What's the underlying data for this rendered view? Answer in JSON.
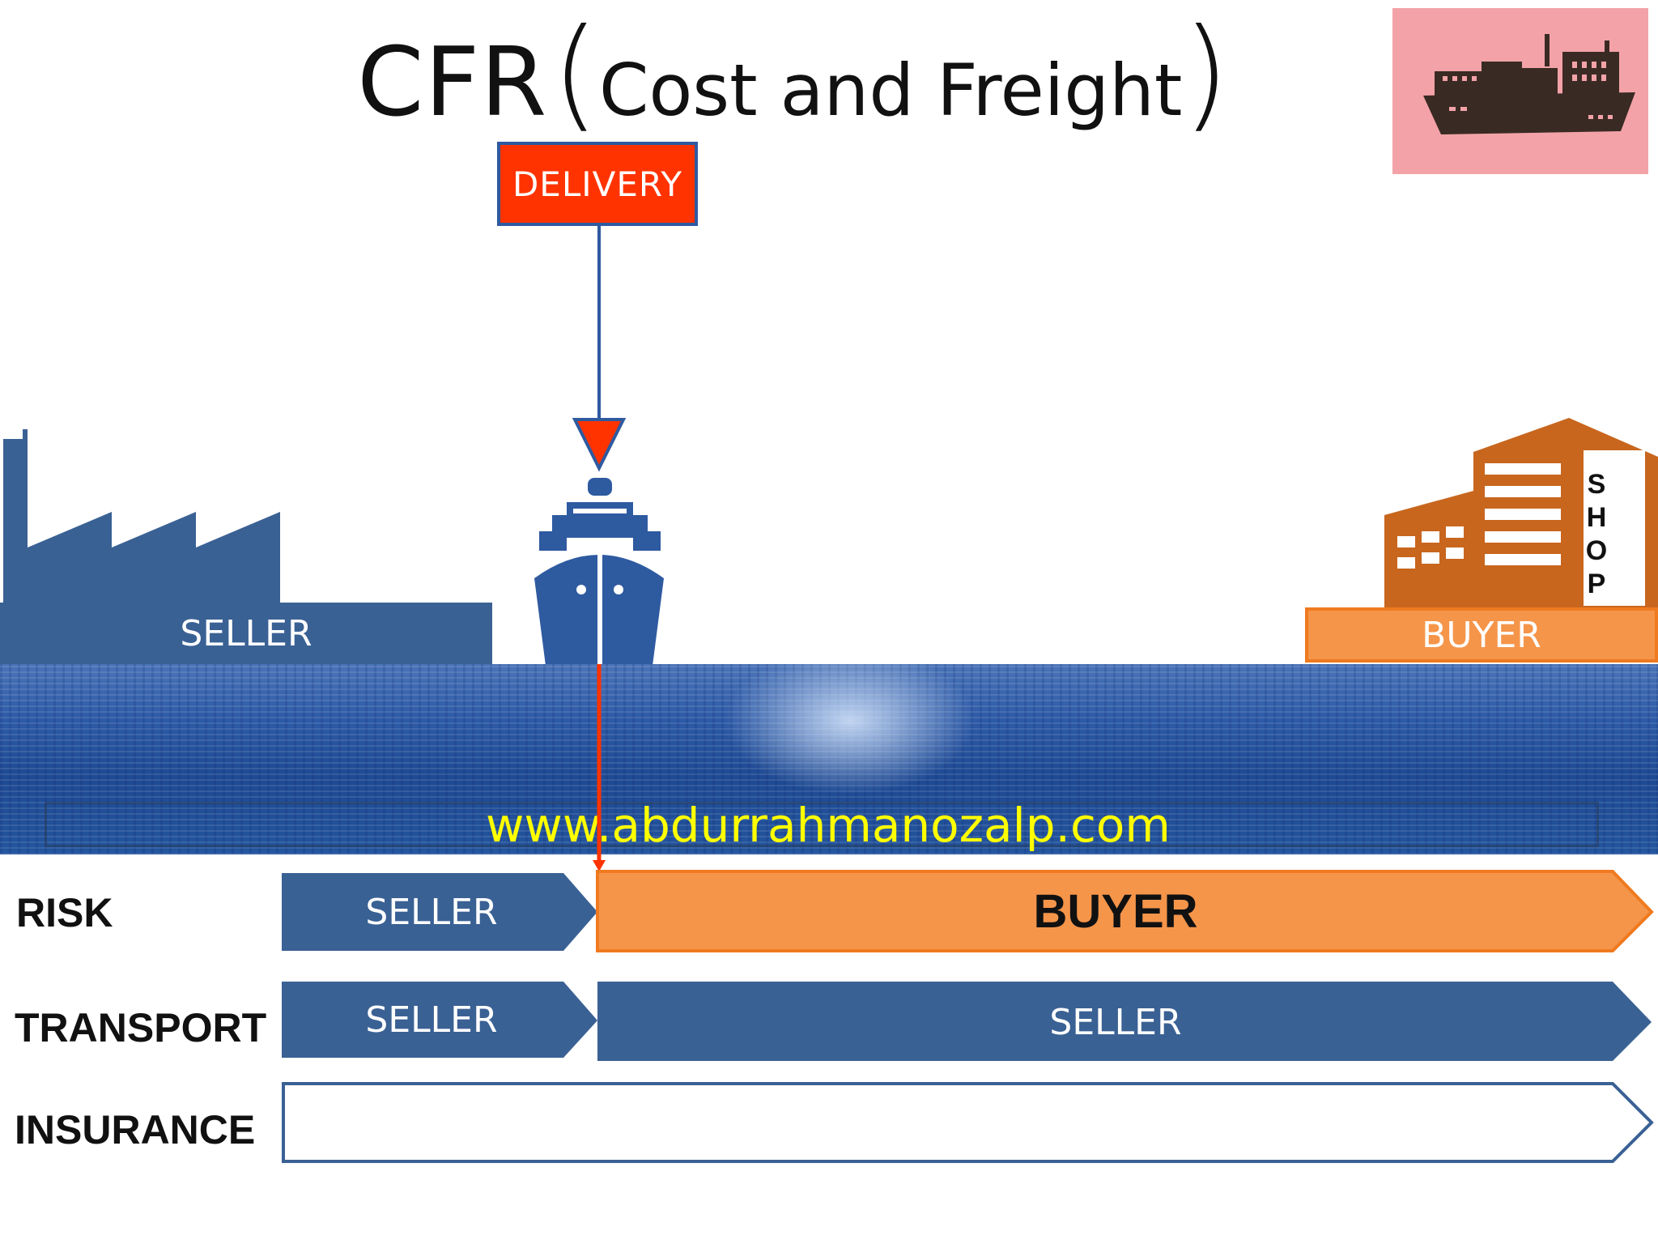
{
  "title": {
    "abbr": "CFR",
    "open_paren": "(",
    "full": "Cost and Freight",
    "close_paren": ")"
  },
  "delivery_label": "DELIVERY",
  "scene": {
    "seller_label": "SELLER",
    "buyer_label": "BUYER",
    "shop_letters": [
      "S",
      "H",
      "O",
      "P"
    ],
    "website": "www.abdurrahmanozalp.com"
  },
  "rows": [
    {
      "label": "RISK",
      "left": "SELLER",
      "right": "BUYER"
    },
    {
      "label": "TRANSPORT",
      "left": "SELLER",
      "right": "SELLER"
    },
    {
      "label": "INSURANCE",
      "left": "",
      "right": ""
    }
  ],
  "colors": {
    "seller_blue": "#3a6194",
    "buyer_orange": "#f5954a",
    "buyer_border": "#ef7a1f",
    "delivery_red": "#ff3300",
    "shop_orange": "#c8661e",
    "thumb_pink": "#f3a3a8",
    "website_yellow": "#ffff00"
  },
  "icons": [
    "factory-icon",
    "ship-front-icon",
    "shop-building-icon",
    "cargo-ship-icon",
    "delivery-arrow-icon"
  ]
}
